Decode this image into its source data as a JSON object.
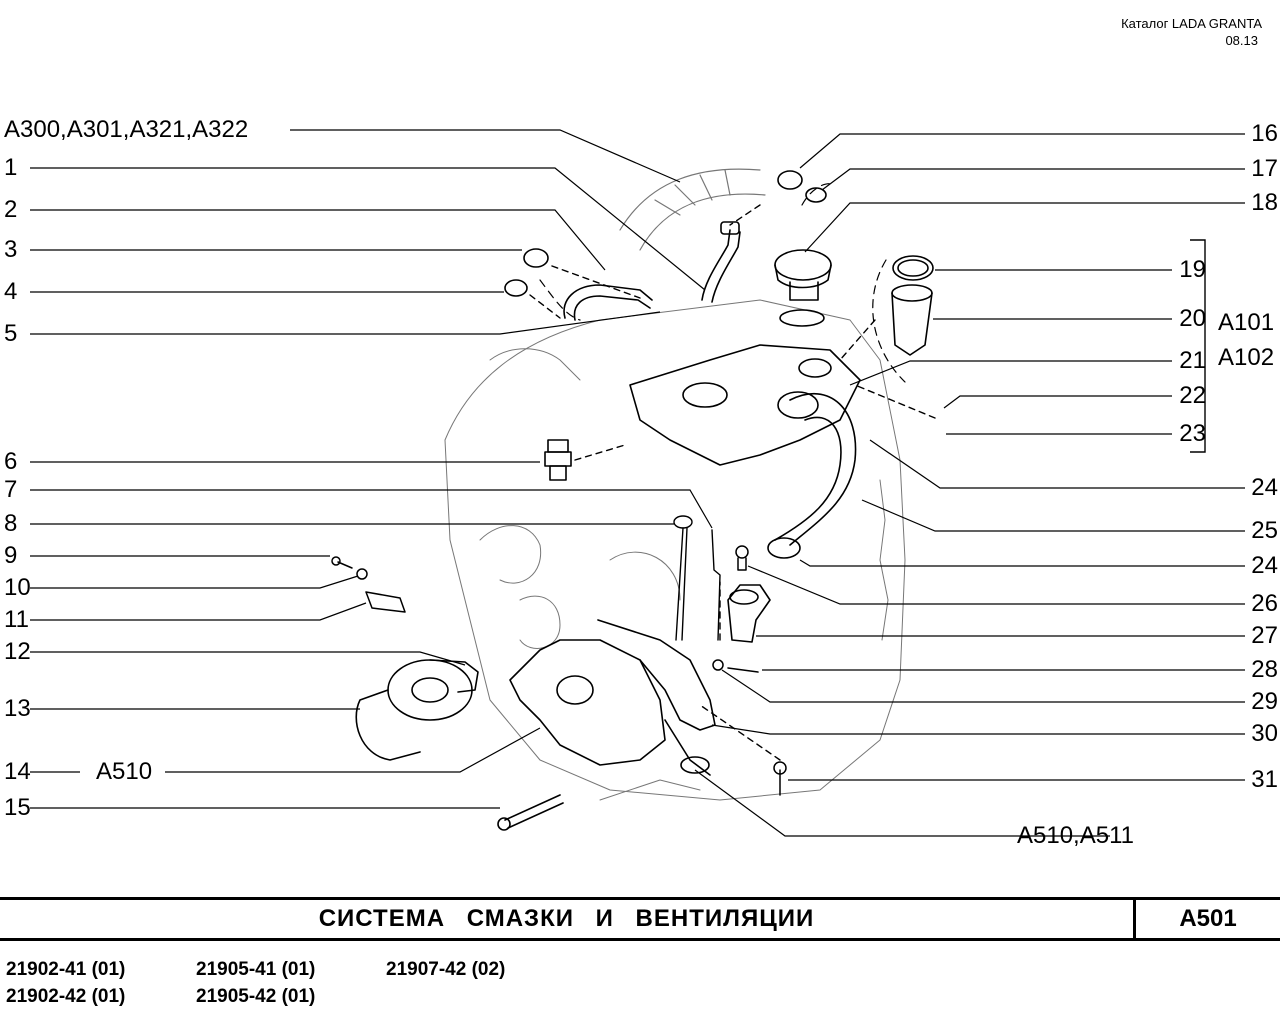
{
  "header": {
    "catalog": "Каталог  LADA  GRANTA",
    "date": "08.13"
  },
  "left_labels": [
    "A300,A301,A321,A322",
    "1",
    "2",
    "3",
    "4",
    "5",
    "6",
    "7",
    "8",
    "9",
    "10",
    "11",
    "12",
    "13",
    "14",
    "A510",
    "15"
  ],
  "right_labels": [
    "16",
    "17",
    "18",
    "19",
    "20",
    "21",
    "22",
    "23",
    "24",
    "25",
    "24",
    "26",
    "27",
    "28",
    "29",
    "30",
    "31",
    "A510,A511"
  ],
  "group_labels": [
    "A101",
    "A102"
  ],
  "title": "СИСТЕМА   СМАЗКИ   И   ВЕНТИЛЯЦИИ",
  "code": "A501",
  "models": [
    "21902-41 (01)",
    "21902-42 (01)",
    "21905-41 (01)",
    "21905-42 (01)",
    "21907-42 (02)"
  ]
}
